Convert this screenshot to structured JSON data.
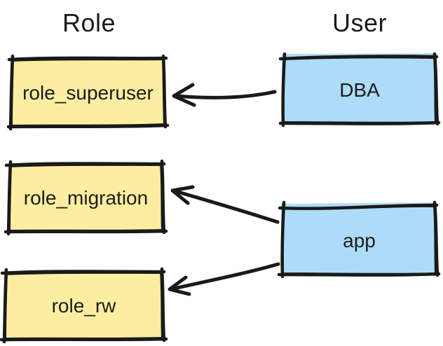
{
  "diagram": {
    "kind": "hand-drawn role mapping diagram",
    "columns": [
      {
        "id": "role",
        "title": "Role"
      },
      {
        "id": "user",
        "title": "User"
      }
    ],
    "nodes": [
      {
        "id": "role_superuser",
        "label": "role_superuser",
        "column": "role",
        "fill": "#fbeea0"
      },
      {
        "id": "role_migration",
        "label": "role_migration",
        "column": "role",
        "fill": "#fbeea0"
      },
      {
        "id": "role_rw",
        "label": "role_rw",
        "column": "role",
        "fill": "#fbeea0"
      },
      {
        "id": "dba",
        "label": "DBA",
        "column": "user",
        "fill": "#addcf8"
      },
      {
        "id": "app",
        "label": "app",
        "column": "user",
        "fill": "#addcf8"
      }
    ],
    "edges": [
      {
        "from": "DBA",
        "to": "role_superuser"
      },
      {
        "from": "app",
        "to": "role_migration"
      },
      {
        "from": "app",
        "to": "role_rw"
      }
    ],
    "colors": {
      "stroke": "#1a1a1a",
      "role_fill": "#fbeea0",
      "user_fill": "#addcf8",
      "text": "#1b1b1b",
      "background": "#ffffff"
    }
  }
}
